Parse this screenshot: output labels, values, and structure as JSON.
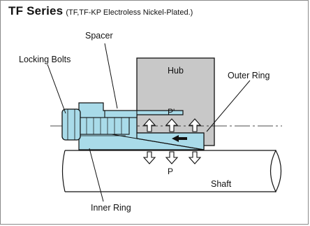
{
  "title": {
    "main": "TF Series",
    "sub": "(TF,TF-KP Electroless Nickel-Plated.)"
  },
  "labels": {
    "spacer": "Spacer",
    "locking_bolts": "Locking Bolts",
    "hub": "Hub",
    "outer_ring": "Outer Ring",
    "p_prime": "P'",
    "p": "P",
    "shaft": "Shaft",
    "inner_ring": "Inner Ring"
  },
  "colors": {
    "blue_part": "#a9dbe9",
    "hub_gray": "#c8c8c8",
    "outline": "#111111"
  }
}
